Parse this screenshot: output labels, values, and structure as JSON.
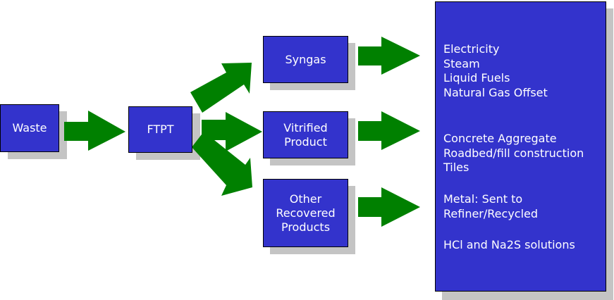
{
  "colors": {
    "box_fill": "#3333cc",
    "arrow_fill": "#008000",
    "shadow": "#c4c4c4"
  },
  "nodes": {
    "waste": "Waste",
    "ftpt": "FTPT",
    "syngas": "Syngas",
    "vitrified": "Vitrified\nProduct",
    "other": "Other\nRecovered\nProducts"
  },
  "outputs": {
    "syngas_uses": "Electricity\nSteam\nLiquid Fuels\nNatural Gas Offset",
    "vitrified_uses": "Concrete Aggregate\nRoadbed/fill construction\nTiles",
    "metal_uses": "Metal: Sent to\nRefiner/Recycled",
    "chemical_uses": "HCl and Na2S solutions"
  }
}
